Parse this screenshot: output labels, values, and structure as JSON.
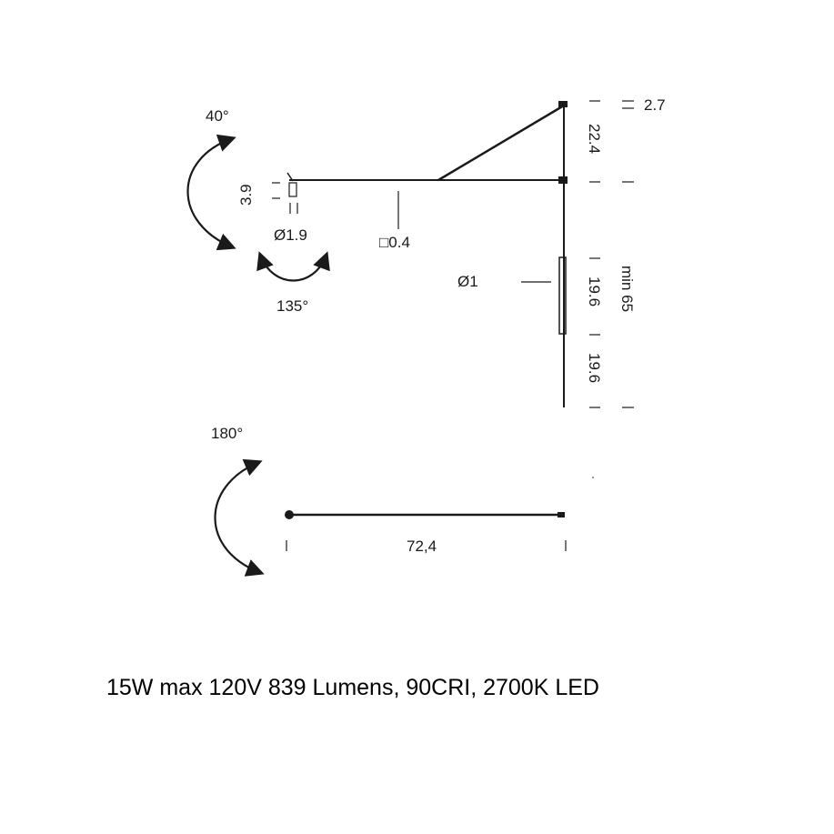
{
  "labels": {
    "tilt_angle": "40°",
    "swivel_angle": "135°",
    "rotation_angle": "180°",
    "head_height": "3.9",
    "head_diameter": "Ø1.9",
    "arm_section": "□0.4",
    "pole_diameter": "Ø1",
    "top_offset": "2.7",
    "upper_segment": "22.4",
    "mid_segment": "19.6",
    "lower_segment": "19.6",
    "min_height": "min 65",
    "arm_length": "72,4"
  },
  "specs": {
    "line": "15W max 120V 839 Lumens, 90CRI, 2700K LED"
  },
  "colors": {
    "line": "#1a1a1a",
    "background": "#ffffff"
  }
}
